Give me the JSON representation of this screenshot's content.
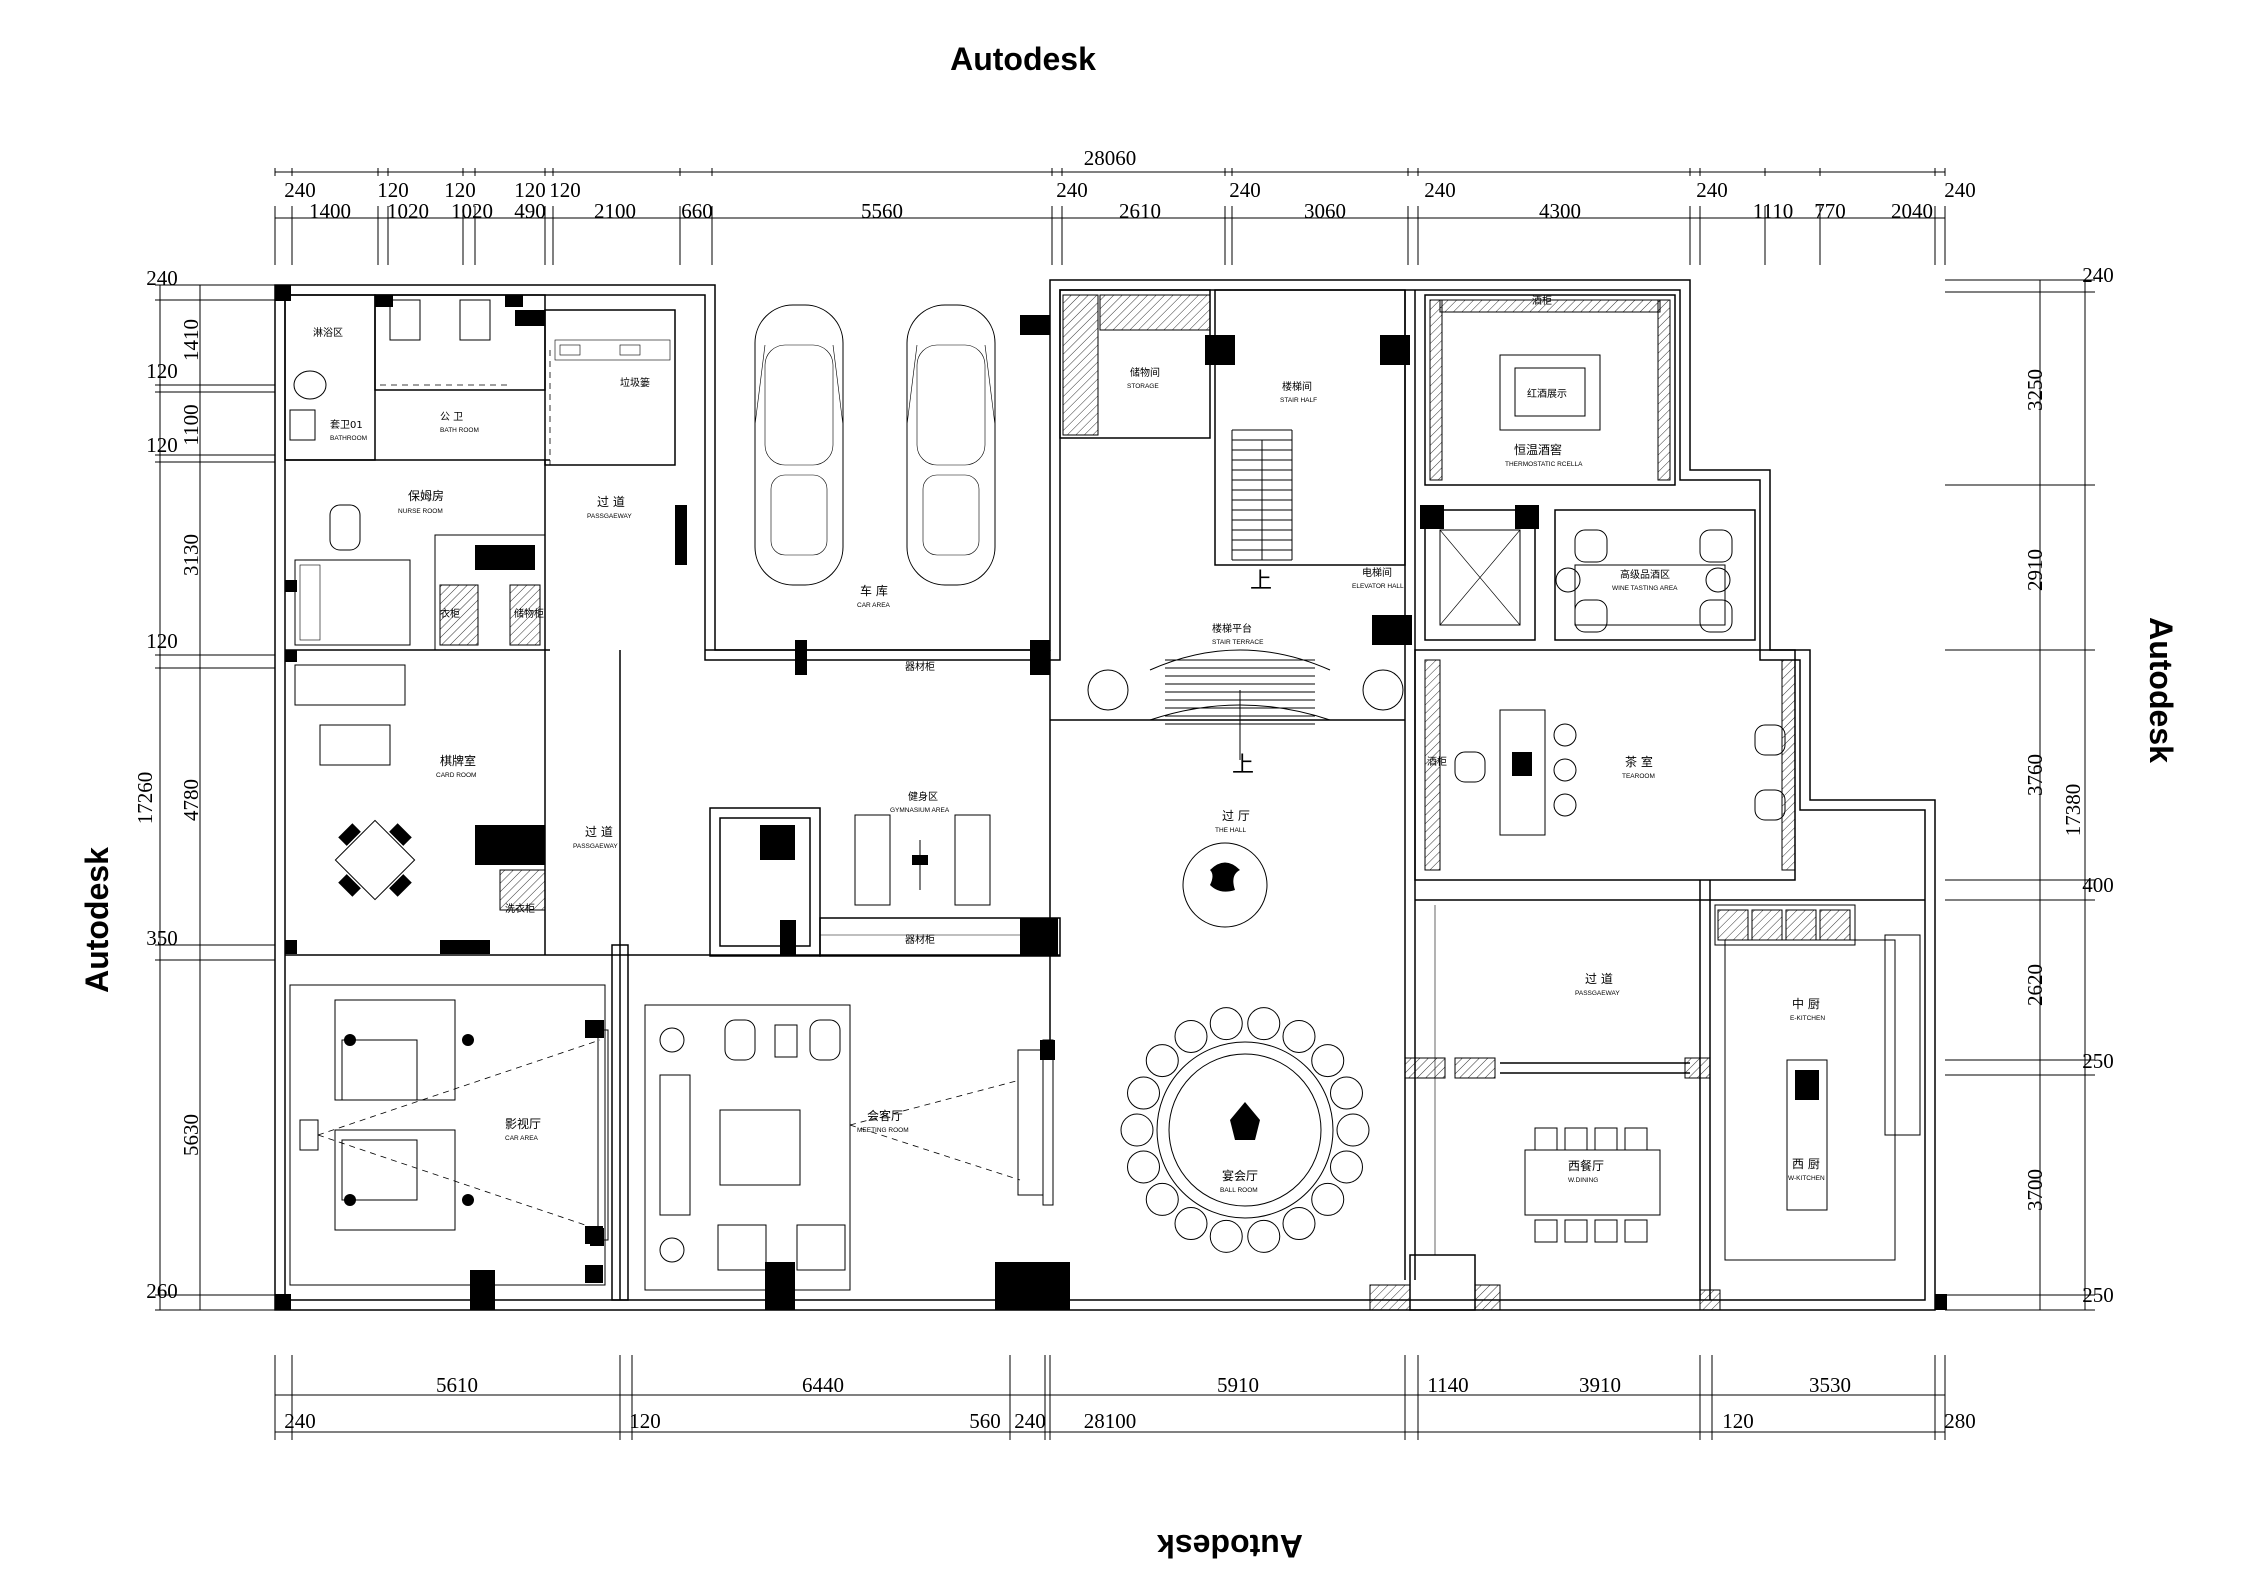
{
  "watermarks": {
    "top": "Autodesk",
    "left": "Autodesk",
    "right": "Autodesk",
    "bottom": "Autodesk"
  },
  "dimensions": {
    "top_total": "28060",
    "top_row1": [
      "240",
      "120",
      "120",
      "120",
      "120",
      "240",
      "240",
      "240",
      "240",
      "240"
    ],
    "top_row2": [
      "1400",
      "1020",
      "1020",
      "490",
      "2100",
      "660",
      "5560",
      "2610",
      "3060",
      "4300",
      "1110",
      "770",
      "2040"
    ],
    "bottom_row1": [
      "5610",
      "6440",
      "5910",
      "1140",
      "3910",
      "3530"
    ],
    "bottom_row2": [
      "240",
      "120",
      "560",
      "240",
      "28100",
      "120",
      "280"
    ],
    "left_total": "17260",
    "left_row1": [
      "240",
      "120",
      "120",
      "120",
      "350",
      "260"
    ],
    "left_row2": [
      "1410",
      "1100",
      "3130",
      "4780",
      "5630"
    ],
    "right_total": "17380",
    "right_row1": [
      "240",
      "400",
      "250",
      "250"
    ],
    "right_row2": [
      "3250",
      "2910",
      "3760",
      "2620",
      "3700"
    ]
  },
  "rooms": {
    "shower": {
      "cn": "淋浴区"
    },
    "suite_bath": {
      "cn": "套卫01",
      "en": "BATHROOM"
    },
    "public_bath": {
      "cn": "公 卫",
      "en": "BATH ROOM"
    },
    "trash": {
      "cn": "垃圾篓"
    },
    "nurse": {
      "cn": "保姆房",
      "en": "NURSE ROOM"
    },
    "passage_1": {
      "cn": "过 道",
      "en": "PASSGAEWAY"
    },
    "car_area": {
      "cn": "车 库",
      "en": "CAR AREA"
    },
    "storage": {
      "cn": "储物间",
      "en": "STORAGE"
    },
    "stair_half": {
      "cn": "楼梯间",
      "en": "STAIR HALF"
    },
    "wine_cellar": {
      "cn": "恒温酒窖",
      "en": "THERMOSTATIC RCELLA"
    },
    "wine_tasting": {
      "cn": "高级品酒区",
      "en": "WINE TASTING AREA"
    },
    "elevator": {
      "cn": "电梯间",
      "en": "ELEVATOR HALL"
    },
    "stair_terrace": {
      "cn": "楼梯平台",
      "en": "STAIR TERRACE"
    },
    "card_room": {
      "cn": "棋牌室",
      "en": "CARD ROOM"
    },
    "passage_2": {
      "cn": "过 道",
      "en": "PASSGAEWAY"
    },
    "gym": {
      "cn": "健身区",
      "en": "GYMNASIUM AREA"
    },
    "hall": {
      "cn": "过 厅",
      "en": "THE HALL"
    },
    "tearoom": {
      "cn": "茶 室",
      "en": "TEAROOM"
    },
    "passage_3": {
      "cn": "过 道",
      "en": "PASSGAEWAY"
    },
    "kitchen_cn": {
      "cn": "中 厨",
      "en": "E-KITCHEN"
    },
    "theater": {
      "cn": "影视厅",
      "en": "CAR AREA"
    },
    "meeting": {
      "cn": "会客厅",
      "en": "MEETING ROOM"
    },
    "ballroom": {
      "cn": "宴会厅",
      "en": "BALL ROOM"
    },
    "western_dining": {
      "cn": "西餐厅",
      "en": "W.DINING"
    },
    "western_kitchen": {
      "cn": "西 厨",
      "en": "W-KITCHEN"
    }
  },
  "fixtures": {
    "cabinet_1": "器材柜",
    "cabinet_2": "器材柜",
    "cabinet_3": "衣柜",
    "cabinet_4": "储物柜",
    "cabinet_5": "洗衣柜",
    "wine_cabinet": "酒柜",
    "wine_rack": "红酒展示",
    "tea_cabinet": "酒柜",
    "up_arrow": "上"
  }
}
